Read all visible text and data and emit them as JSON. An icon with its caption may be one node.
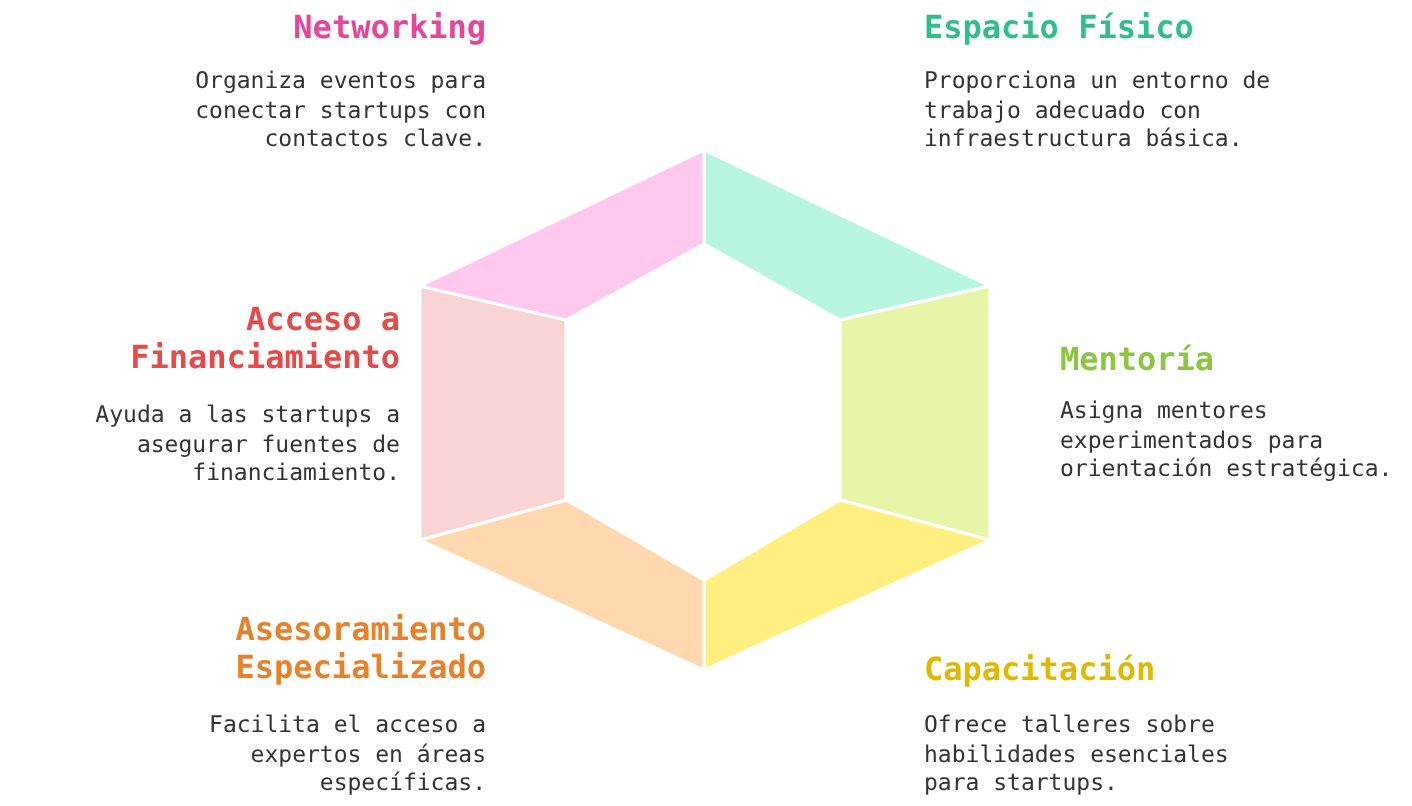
{
  "diagram": {
    "labels": [
      "Networking",
      "Organiza eventos para conectar startups con contactos clave.",
      "Espacio Físico",
      "Proporciona un entorno de trabajo adecuado con infraestructura básica.",
      "Acceso a Financiamiento",
      "Ayuda a las startups a asegurar fuentes de financiamiento.",
      "Mentoría",
      "Asigna mentores experimentados para orientación estratégica.",
      "Asesoramiento Especializado",
      "Facilita el acceso a expertos en áreas específicas.",
      "Capacitación",
      "Ofrece talleres sobre habilidades esenciales para startups."
    ]
  }
}
